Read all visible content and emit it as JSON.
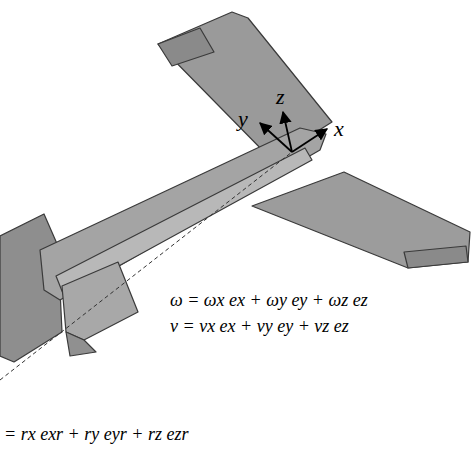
{
  "diagram": {
    "labels": [
      "z",
      "y",
      "x",
      "ω = ωx ex + ωy ey + ωz ez",
      "v = vx ex + vy ey + vz ez",
      "= rx exr + ry eyr + rz ezr"
    ]
  }
}
